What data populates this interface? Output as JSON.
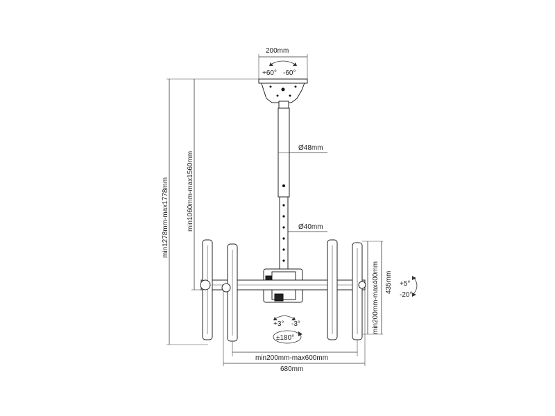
{
  "labels": {
    "width_top": "200mm",
    "tilt_top_pos": "+60°",
    "tilt_top_neg": "-60°",
    "pole_upper": "Ø48mm",
    "pole_lower": "Ø40mm",
    "height_total": "min1278mm-max1778mm",
    "height_pole": "min1060mm-max1560mm",
    "vesa_height": "min200mm-max400mm",
    "bracket_height": "435mm",
    "tilt_pos": "+5°",
    "tilt_neg": "-20°",
    "level_pos": "+3°",
    "level_neg": "-3°",
    "rotation": "±180°",
    "vesa_width": "min200mm-max600mm",
    "total_width": "680mm"
  }
}
